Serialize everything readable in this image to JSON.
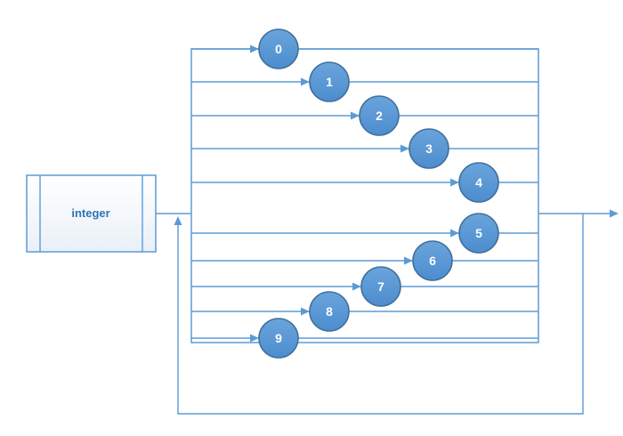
{
  "diagram": {
    "input_block": {
      "label": "integer"
    },
    "nodes": [
      {
        "label": "0"
      },
      {
        "label": "1"
      },
      {
        "label": "2"
      },
      {
        "label": "3"
      },
      {
        "label": "4"
      },
      {
        "label": "5"
      },
      {
        "label": "6"
      },
      {
        "label": "7"
      },
      {
        "label": "8"
      },
      {
        "label": "9"
      }
    ],
    "colors": {
      "line": "#5B9BD5",
      "node_stroke": "#41719C",
      "node_fill_top": "#6BA4DC",
      "node_fill_bottom": "#4C8DCE",
      "label_text": "#FFFFFF",
      "input_text": "#2E75B6",
      "background": "#FFFFFF"
    }
  }
}
